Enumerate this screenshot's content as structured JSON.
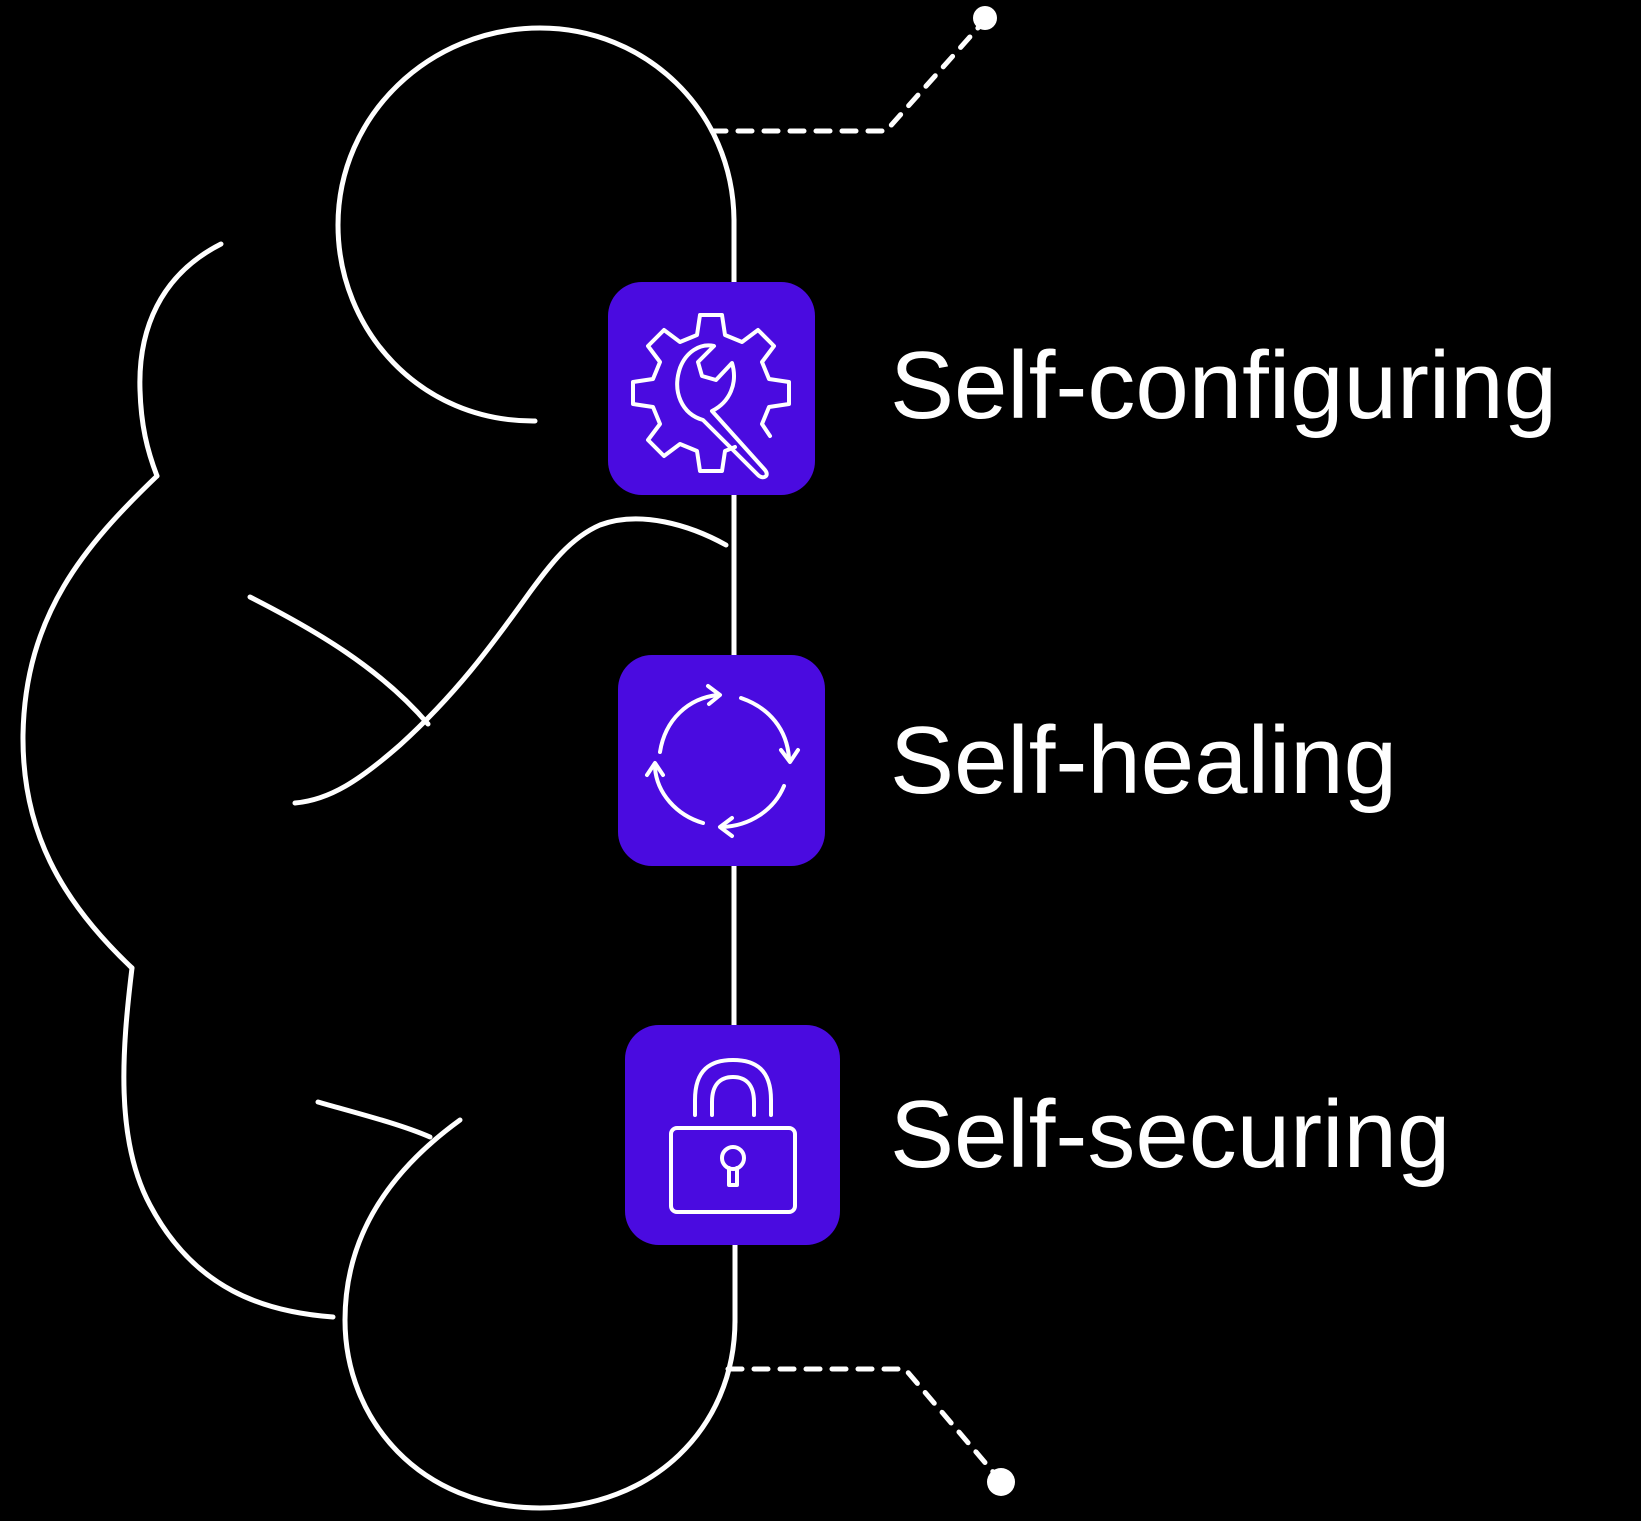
{
  "colors": {
    "background": "#000000",
    "line": "#ffffff",
    "accent": "#4a0be0",
    "text": "#ffffff"
  },
  "features": [
    {
      "label": "Self-configuring",
      "icon": "gear-wrench-icon"
    },
    {
      "label": "Self-healing",
      "icon": "refresh-cycle-icon"
    },
    {
      "label": "Self-securing",
      "icon": "padlock-icon"
    }
  ]
}
